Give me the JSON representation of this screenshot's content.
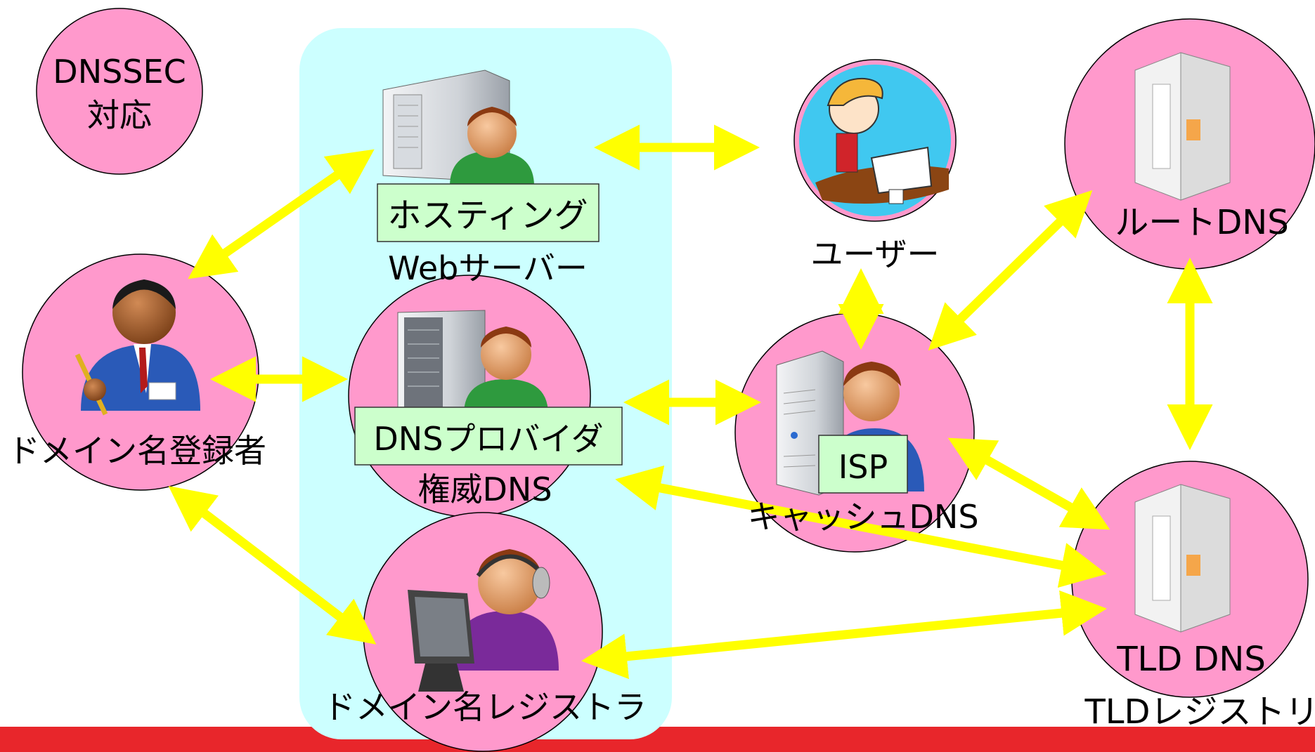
{
  "colors": {
    "circle": "#ff99cc",
    "panel": "#ccffff",
    "arrow": "#ffff00",
    "label_box": "#ccffcc",
    "footer": "#e8262b"
  },
  "legend": {
    "line1": "DNSSEC",
    "line2": "対応"
  },
  "nodes": {
    "registrant": {
      "label": "ドメイン名登録者",
      "icon": "businessman-pen-icon"
    },
    "hosting": {
      "box": "ホスティング",
      "label": "Webサーバー",
      "icon": "server-person-icon"
    },
    "dns_provider": {
      "box": "DNSプロバイダ",
      "label": "権威DNS",
      "icon": "server-person-icon"
    },
    "registrar": {
      "label": "ドメイン名レジストラ",
      "icon": "operator-headset-icon"
    },
    "user": {
      "label": "ユーザー",
      "icon": "user-at-computer-icon"
    },
    "isp": {
      "box": "ISP",
      "label": "キャッシュDNS",
      "icon": "server-person-icon"
    },
    "root": {
      "label": "ルートDNS",
      "icon": "server-tower-icon"
    },
    "tld": {
      "line1": "TLD DNS",
      "line2": "TLDレジストリ",
      "icon": "server-tower-icon"
    }
  }
}
